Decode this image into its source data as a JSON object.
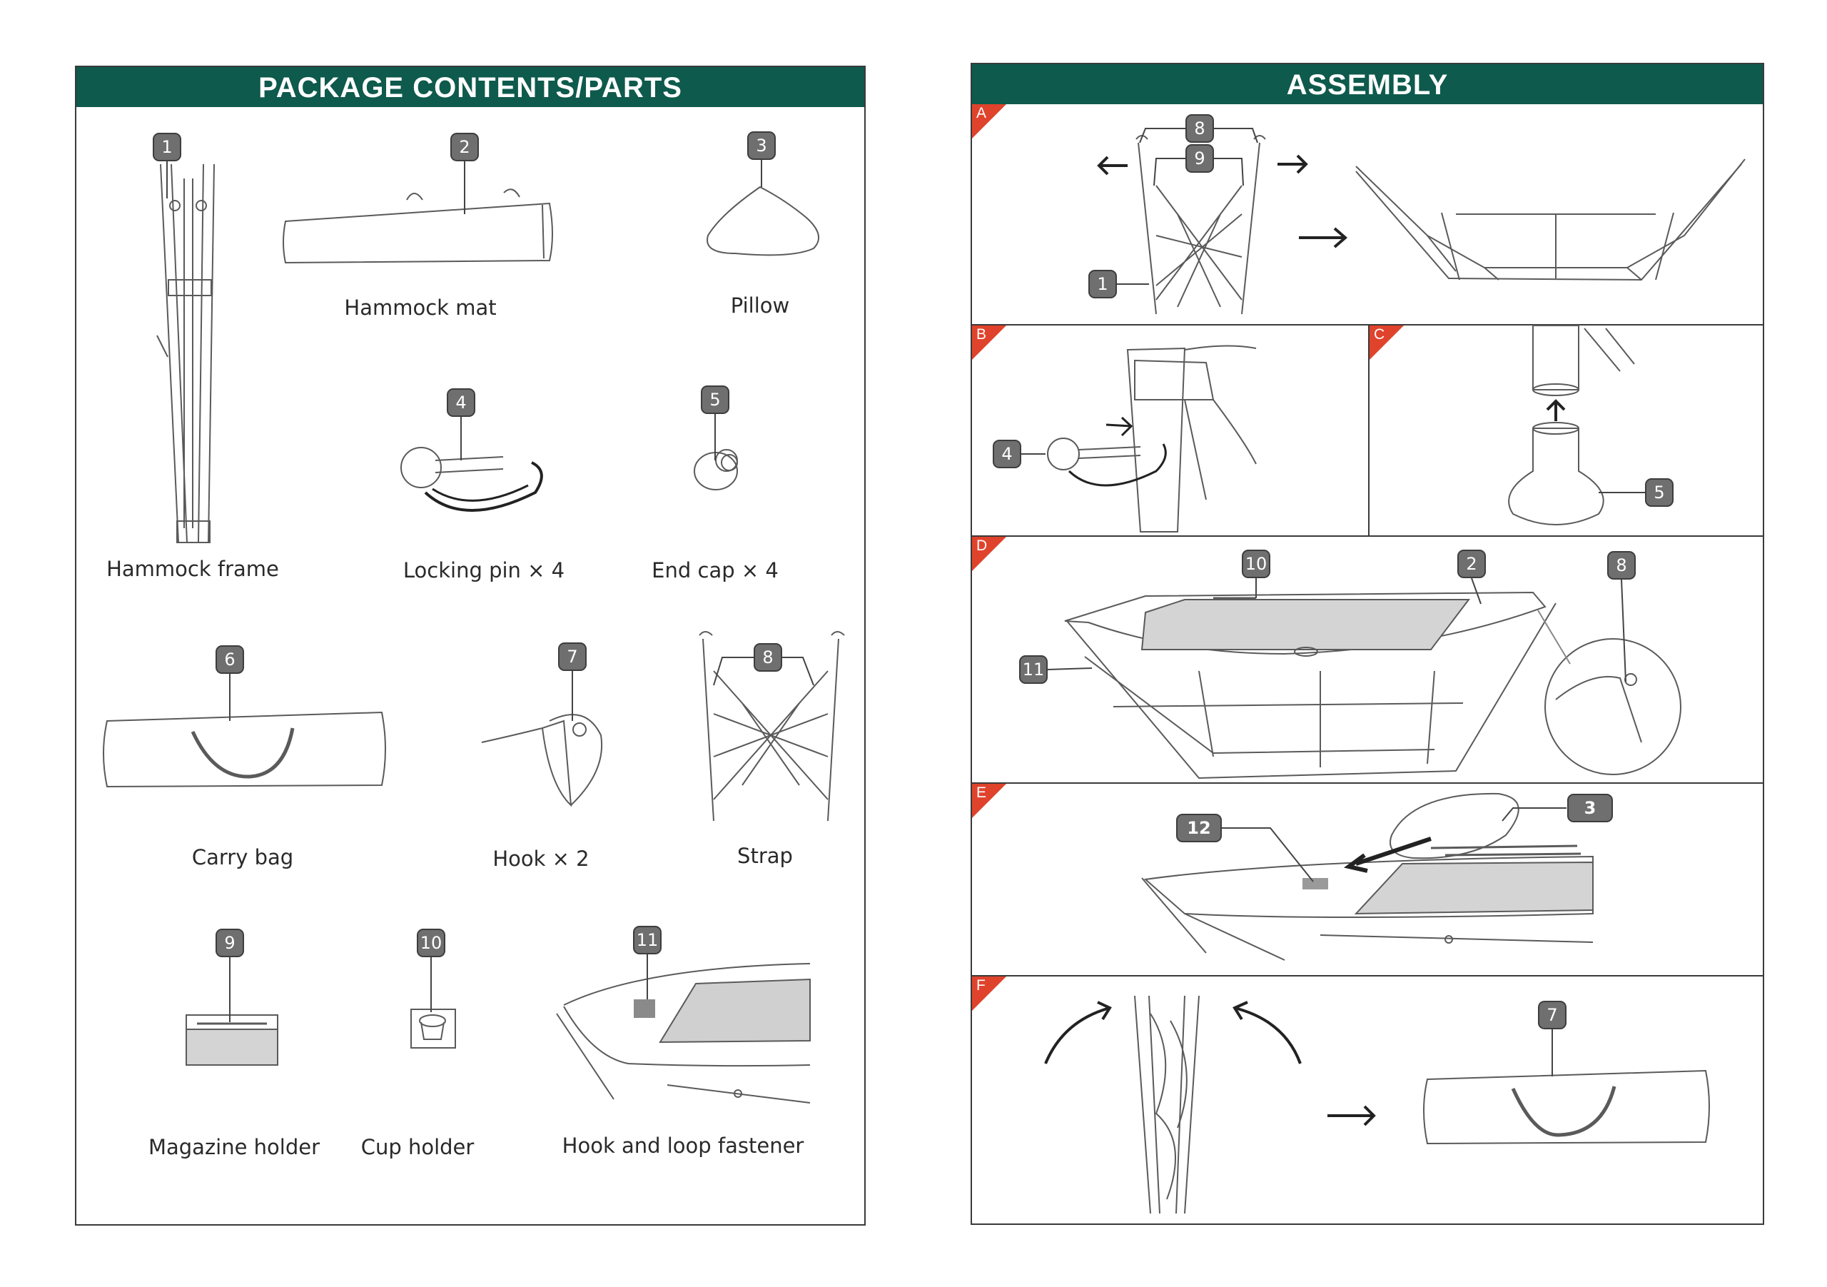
{
  "left_panel": {
    "title": "PACKAGE CONTENTS/PARTS",
    "parts": [
      {
        "number": "1",
        "label": "Hammock frame"
      },
      {
        "number": "2",
        "label": "Hammock mat"
      },
      {
        "number": "3",
        "label": "Pillow"
      },
      {
        "number": "4",
        "label": "Locking pin × 4"
      },
      {
        "number": "5",
        "label": "End cap × 4"
      },
      {
        "number": "6",
        "label": "Carry bag"
      },
      {
        "number": "7",
        "label": "Hook × 2"
      },
      {
        "number": "8",
        "label": "Strap"
      },
      {
        "number": "9",
        "label": "Magazine holder"
      },
      {
        "number": "10",
        "label": "Cup holder"
      },
      {
        "number": "11",
        "label": "Hook and loop fastener"
      }
    ]
  },
  "right_panel": {
    "title": "ASSEMBLY",
    "steps": [
      {
        "letter": "A",
        "callouts": [
          "8",
          "9",
          "1"
        ]
      },
      {
        "letter": "B",
        "callouts": [
          "4"
        ]
      },
      {
        "letter": "C",
        "callouts": [
          "5"
        ]
      },
      {
        "letter": "D",
        "callouts": [
          "10",
          "2",
          "8",
          "11"
        ]
      },
      {
        "letter": "E",
        "callouts": [
          "12",
          "3"
        ]
      },
      {
        "letter": "F",
        "callouts": [
          "7"
        ]
      }
    ]
  },
  "colors": {
    "header": "#0e5a4c",
    "badge": "#6f6f6f",
    "step_marker": "#e0432c",
    "line": "#3a3a3a"
  }
}
